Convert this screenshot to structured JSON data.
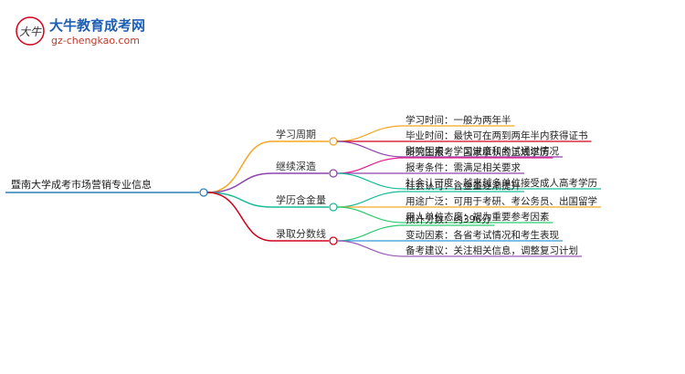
{
  "logo": {
    "title": "大牛教育成考网",
    "url": "gz-chengkao.com",
    "badge_text": "大牛"
  },
  "root": {
    "label": "暨南大学成考市场营销专业信息"
  },
  "branches": [
    {
      "label": "学习周期",
      "color": "#f5a623",
      "leaves": [
        {
          "text": "学习时间：一般为两年半",
          "color": "#f5a623"
        },
        {
          "text": "毕业时间：最快可在两到两年半内获得证书",
          "color": "#d0021b"
        },
        {
          "text": "影响因素：学习进度和考试通过情况",
          "color": "#8e44ad"
        }
      ]
    },
    {
      "label": "继续深造",
      "color": "#8e44ad",
      "leaves": [
        {
          "text": "研究生报考：国家承认的正规学历",
          "color": "#e91e8c"
        },
        {
          "text": "报考条件：需满足相关要求",
          "color": "#8e44ad"
        },
        {
          "text": "社会认可度：越来越多单位接受成人高考学历",
          "color": "#1abc9c"
        }
      ]
    },
    {
      "label": "学历含金量",
      "color": "#1abc9c",
      "leaves": [
        {
          "text": "社会认可：含金量逐渐提升",
          "color": "#1abc9c"
        },
        {
          "text": "用途广泛：可用于考研、考公务员、出国留学",
          "color": "#f5a623"
        },
        {
          "text": "用人单位态度：视为重要参考因素",
          "color": "#2ecc71"
        }
      ]
    },
    {
      "label": "录取分数线",
      "color": "#d0021b",
      "leaves": [
        {
          "text": "预计分数：约396分",
          "color": "#2ecc71"
        },
        {
          "text": "变动因素：各省考试情况和考生表现",
          "color": "#3498db"
        },
        {
          "text": "备考建议：关注相关信息，调整复习计划",
          "color": "#9b59b6"
        }
      ]
    }
  ]
}
